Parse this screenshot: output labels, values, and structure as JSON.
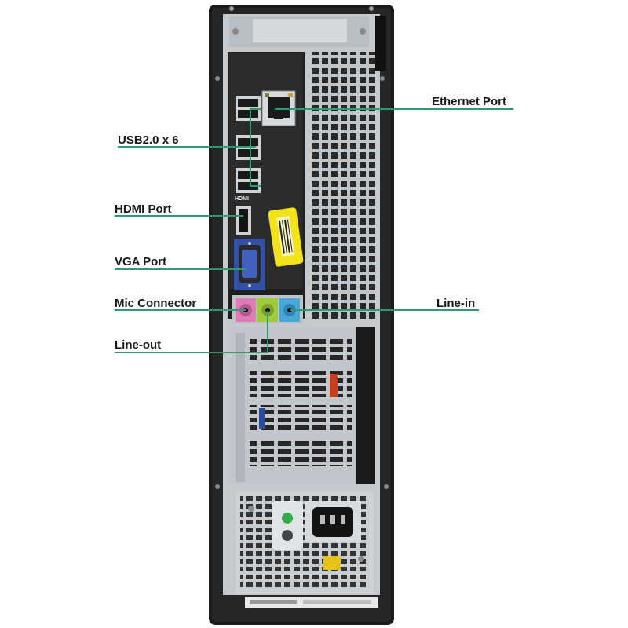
{
  "labels": {
    "ethernet": "Ethernet Port",
    "usb": "USB2.0 x 6",
    "hdmi": "HDMI Port",
    "vga": "VGA Port",
    "mic": "Mic Connector",
    "line_in": "Line-in",
    "line_out": "Line-out"
  },
  "panel_marks": {
    "hdmi_mark": "HDMI"
  },
  "colors": {
    "leader": "#2f9a6e",
    "chassis": "#1b1b1b",
    "panel": "#cfd3d6",
    "vga_blue": "#3550a8",
    "mic_pink": "#e07ab8",
    "lineout_green": "#9ccc3a",
    "linein_blue": "#4aa8d8",
    "sticker_yellow": "#f2e21a",
    "power_led": "#2fae4a"
  }
}
